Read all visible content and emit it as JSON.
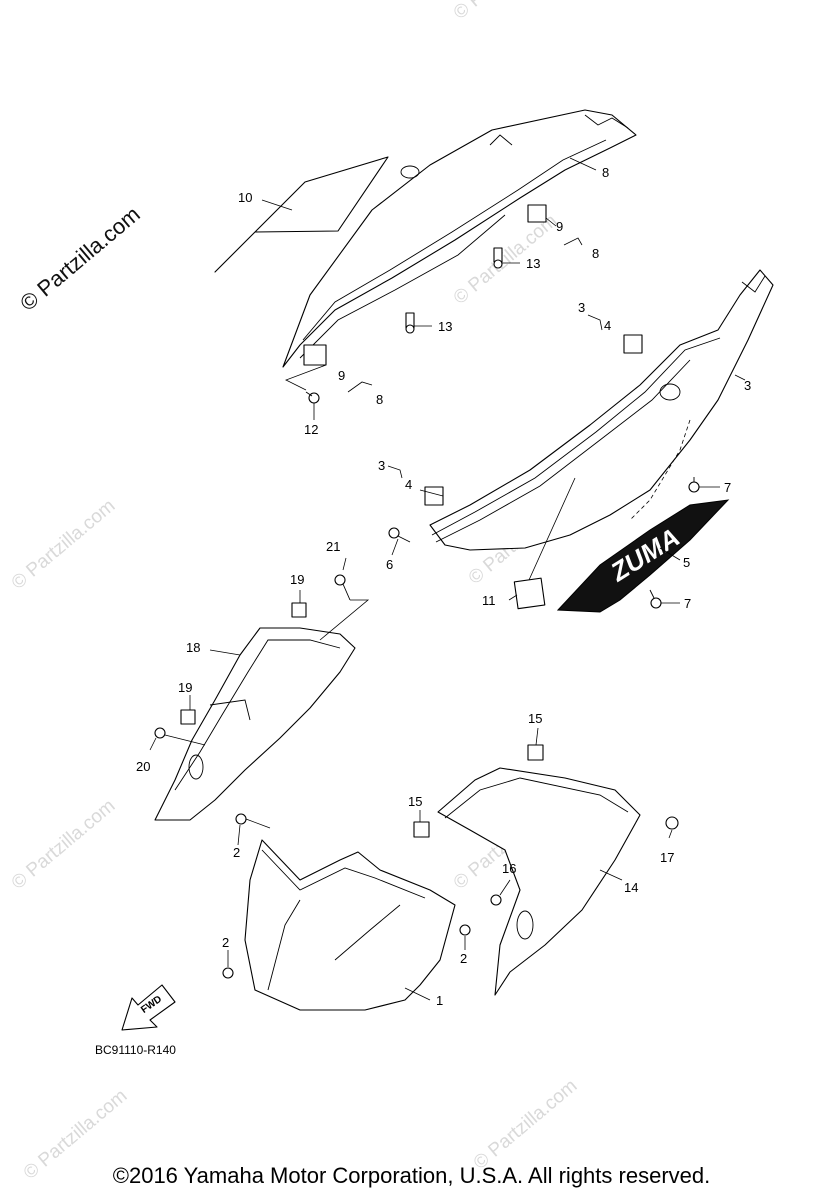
{
  "watermark": {
    "main": "© Partzilla.com",
    "faint": "© Partzilla.com"
  },
  "fwd_arrow_label": "FWD",
  "ref_code": "BC91110-R140",
  "footer": "©2016 Yamaha Motor Corporation, U.S.A. All rights reserved.",
  "callouts": {
    "c1": "1",
    "c2a": "2",
    "c2b": "2",
    "c2c": "2",
    "c3a": "3",
    "c3b": "3",
    "c3c": "3",
    "c4a": "4",
    "c4b": "4",
    "c5": "5",
    "c6": "6",
    "c7a": "7",
    "c7b": "7",
    "c8a": "8",
    "c8b": "8",
    "c8c": "8",
    "c9a": "9",
    "c9b": "9",
    "c10": "10",
    "c11": "11",
    "c12": "12",
    "c13a": "13",
    "c13b": "13",
    "c14": "14",
    "c15a": "15",
    "c15b": "15",
    "c16": "16",
    "c17": "17",
    "c18": "18",
    "c19a": "19",
    "c19b": "19",
    "c20": "20",
    "c21": "21"
  },
  "decal_text": "ZUMA"
}
